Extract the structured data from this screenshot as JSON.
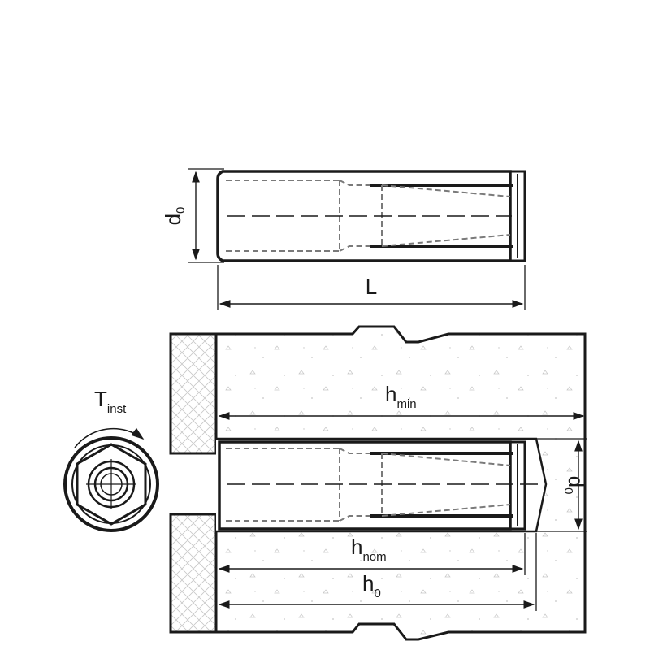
{
  "labels": {
    "d0_main": "d",
    "d0_sub": "0",
    "L": "L",
    "hmin_main": "h",
    "hmin_sub": "min",
    "hnom_main": "h",
    "hnom_sub": "nom",
    "h0_main": "h",
    "h0_sub": "0",
    "tinst_main": "T",
    "tinst_sub": "inst",
    "d0b_main": "d",
    "d0b_sub": "0"
  },
  "colors": {
    "line": "#1a1a1a",
    "hidden": "#7a7a7a",
    "concrete_fill": "#ffffff",
    "hatch": "#bdbdbd"
  }
}
